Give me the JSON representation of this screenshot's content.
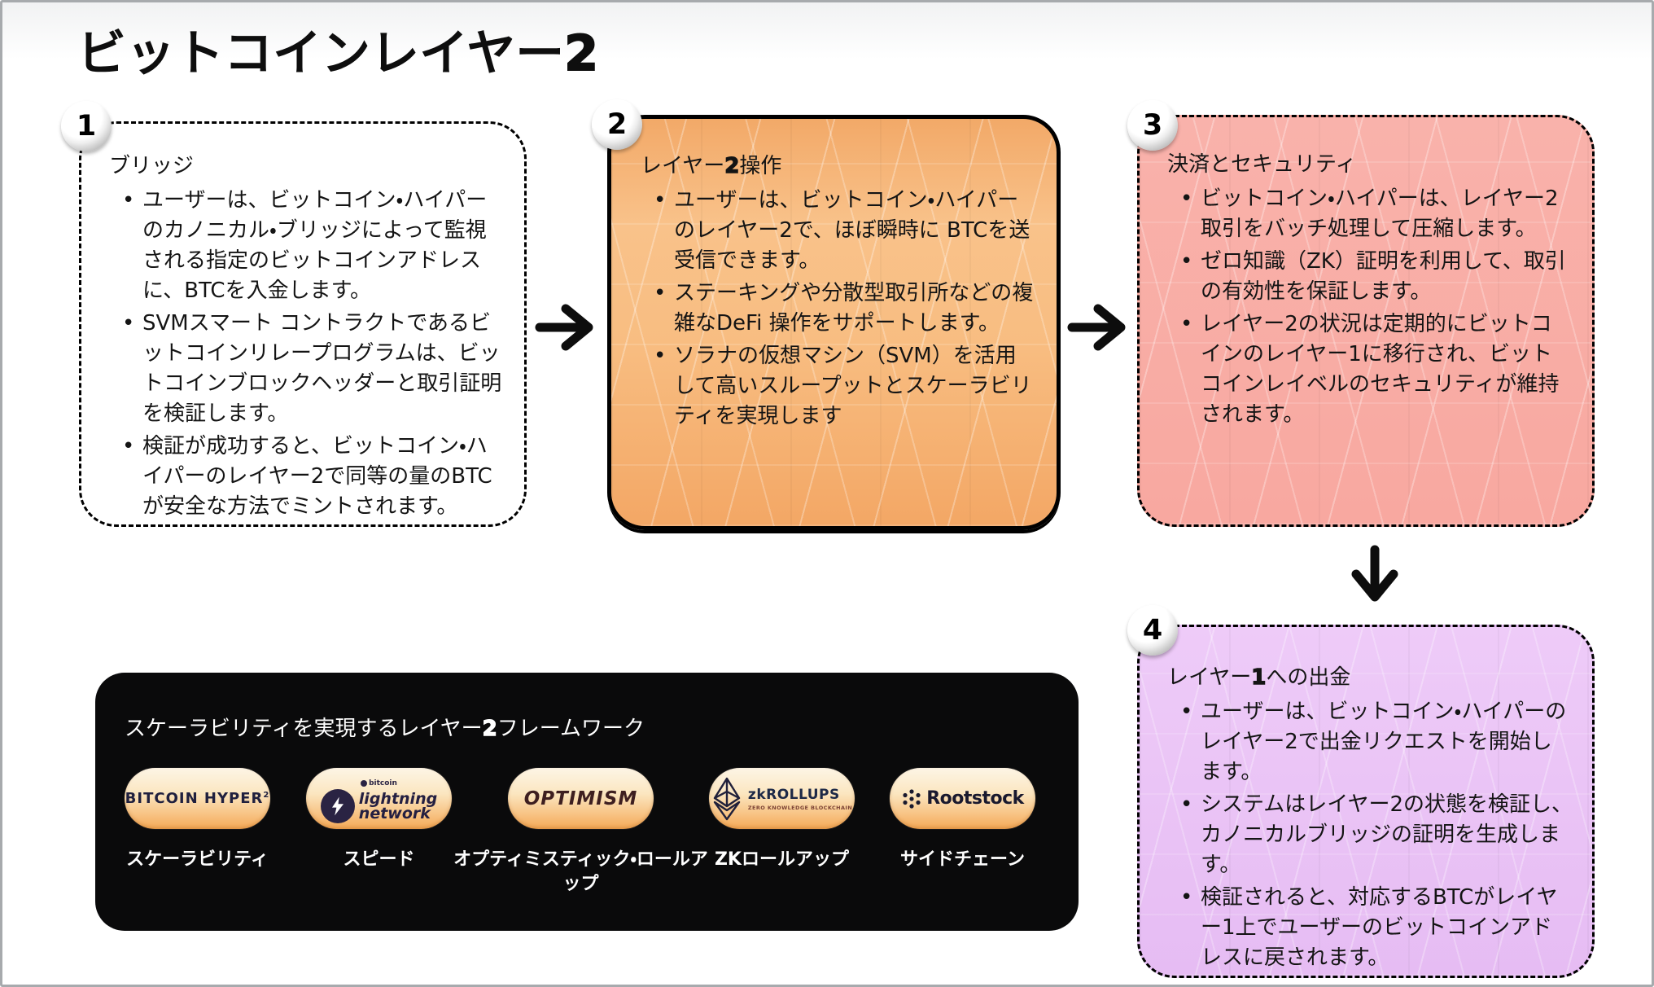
{
  "page": {
    "title": {
      "pre": "ビットコインレイヤー",
      "num": "2",
      "post": ""
    }
  },
  "steps": [
    {
      "number": "1",
      "title": {
        "pre": "ブリッジ",
        "num": "",
        "post": ""
      },
      "bullets": [
        "ユーザーは、ビットコイン・ハイパーのカノニカル・ブリッジによって監視される指定のビットコインアドレスに、BTCを入金します。",
        "SVMスマート コントラクトであるビットコインリレープログラムは、ビットコインブロックヘッダーと取引証明を検証します。",
        "検証が成功すると、ビットコイン・ハイパーのレイヤー2で同等の量のBTCが安全な方法でミントされます。"
      ]
    },
    {
      "number": "2",
      "title": {
        "pre": "レイヤー",
        "num": "2",
        "post": "操作"
      },
      "bullets": [
        "ユーザーは、ビットコイン・ハイパーのレイヤー2で、ほぼ瞬時に BTCを送受信できます。",
        "ステーキングや分散型取引所などの複雑なDeFi 操作をサポートします。",
        "ソラナの仮想マシン（SVM）を活用して高いスループットとスケーラビリティを実現します"
      ]
    },
    {
      "number": "3",
      "title": {
        "pre": "決済とセキュリティ",
        "num": "",
        "post": ""
      },
      "bullets": [
        "ビットコイン・ハイパーは、レイヤー2取引をバッチ処理して圧縮します。",
        "ゼロ知識（ZK）証明を利用して、取引の有効性を保証します。",
        "レイヤー2の状況は定期的にビットコインのレイヤー1に移行され、ビットコインレイベルのセキュリティが維持されます。"
      ]
    },
    {
      "number": "4",
      "title": {
        "pre": "レイヤー",
        "num": "1",
        "post": "への出金"
      },
      "bullets": [
        "ユーザーは、ビットコイン・ハイパーのレイヤー2で出金リクエストを開始します。",
        "システムはレイヤー2の状態を検証し、カノニカルブリッジの証明を生成します。",
        "検証されると、対応するBTCがレイヤー1上でユーザーのビットコインアドレスに戻されます。"
      ]
    }
  ],
  "frameworks": {
    "title": {
      "pre": "スケーラビリティを実現するレイヤー",
      "num": "2",
      "post": "フレームワーク"
    },
    "items": [
      {
        "brand": "BITCOIN HYPER",
        "brand_sup": "2",
        "label": "スケーラビリティ",
        "icon": "bitcoin-hyper-wordmark"
      },
      {
        "brand_top": "bitcoin",
        "brand_line1": "lightning",
        "brand_line2": "network",
        "label": "スピード",
        "icon": "lightning-bolt"
      },
      {
        "brand": "OPTIMISM",
        "label": "オプティミスティック・ロールアップ",
        "icon": "optimism-wordmark"
      },
      {
        "brand": "zkROLLUPS",
        "brand_sub": "ZERO KNOWLEDGE BLOCKCHAIN",
        "label": "ZKロールアップ",
        "icon": "eth-diamond"
      },
      {
        "brand": "Rootstock",
        "label": "サイドチェーン",
        "icon": "rootstock-nodes"
      }
    ]
  },
  "icons": {
    "arrow_right": "→",
    "arrow_down": "↓",
    "lightning": "⚡",
    "eth_diamond": "◇",
    "bitcoin": "₿"
  },
  "colors": {
    "box2_top": "#f2a968",
    "box2_bottom": "#f3a765",
    "box3_top": "#f9b2ab",
    "box3_bottom": "#f8a8a0",
    "box4_top": "#eecbf8",
    "box4_bottom": "#e6bcf3",
    "panel_bg": "#0a0a0b",
    "pill_top": "#fdf5e6",
    "pill_bottom": "#f5aa58",
    "brand_navy": "#20203e"
  }
}
